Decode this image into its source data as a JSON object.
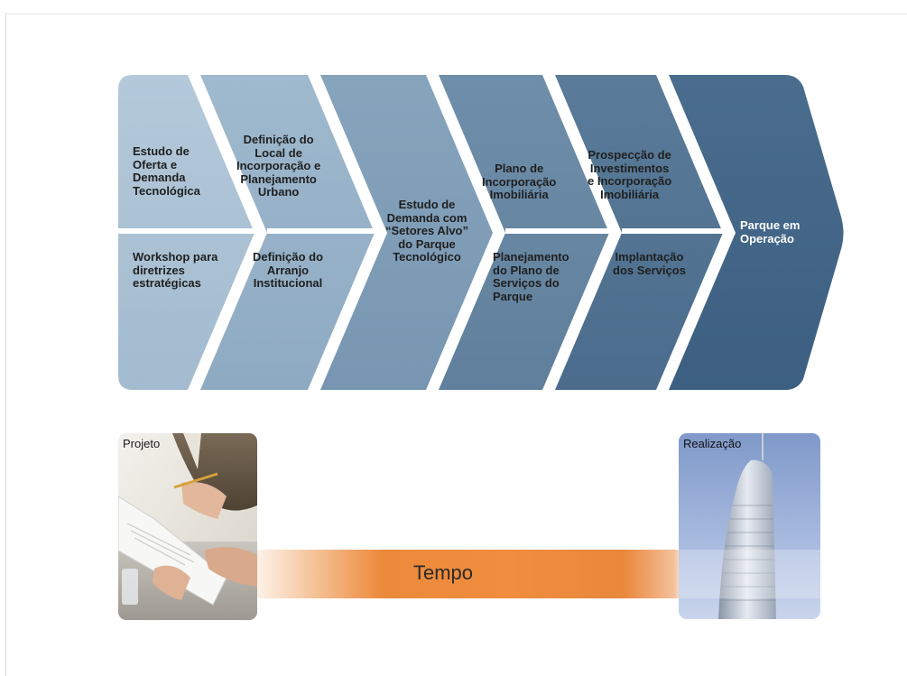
{
  "stages": [
    {
      "top": "Estudo de\nOferta e\nDemanda\nTecnológica",
      "bottom": "Workshop para\ndiretrizes\nestratégicas"
    },
    {
      "top": "Definição do\nLocal de\nIncorporação e\nPlanejamento\nUrbano",
      "bottom": "Definição do\nArranjo\nInstitucional"
    },
    {
      "single": "Estudo de\nDemanda com\n“Setores Alvo”\ndo Parque\nTecnológico"
    },
    {
      "top": "Plano de\nIncorporação\nImobiliária",
      "bottom": "Planejamento\ndo Plano de\nServiços do\nParque"
    },
    {
      "top": "Prospecção de\nInvestimentos\ne Incorporação\nImobiliária",
      "bottom": "Implantação\ndos Serviços"
    },
    {
      "single": "Parque em\nOperação"
    }
  ],
  "timeline": {
    "start_label": "Projeto",
    "end_label": "Realização",
    "bar_label": "Tempo"
  },
  "colors": {
    "stage1": "#a9c0d3",
    "stage2": "#93afc6",
    "stage3": "#7b9ab5",
    "stage4": "#63839f",
    "stage5": "#4f7090",
    "stage6": "#3f6284",
    "time_bar": "#ec8a3b"
  }
}
